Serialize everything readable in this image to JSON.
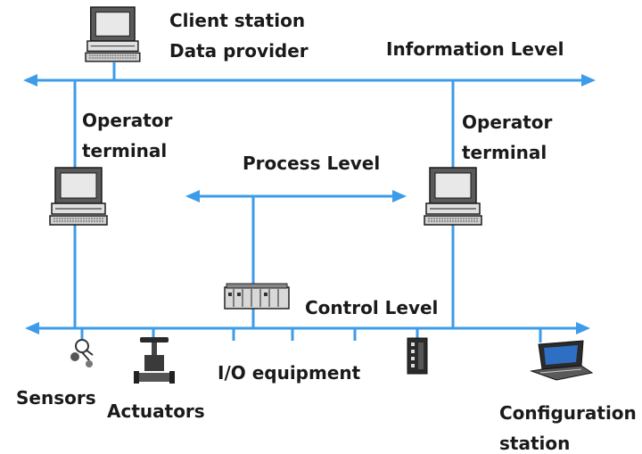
{
  "accent_color": "#3d9be9",
  "levels": {
    "information": "Information Level",
    "process": "Process Level",
    "control": "Control Level"
  },
  "client": {
    "line1": "Client station",
    "line2": "Data provider",
    "icon": "desktop-computer-icon"
  },
  "operator_left": {
    "line1": "Operator",
    "line2": "terminal",
    "icon": "desktop-computer-icon"
  },
  "operator_right": {
    "line1": "Operator",
    "line2": "terminal",
    "icon": "desktop-computer-icon"
  },
  "plc": {
    "icon": "plc-rack-icon"
  },
  "devices": {
    "sensors": {
      "label": "Sensors",
      "icon": "sensor-icon"
    },
    "actuators": {
      "label": "Actuators",
      "icon": "valve-actuator-icon"
    },
    "io": {
      "label": "I/O equipment",
      "icon": "io-module-icon"
    },
    "config": {
      "line1": "Configuration",
      "line2": "station",
      "icon": "laptop-icon"
    }
  }
}
